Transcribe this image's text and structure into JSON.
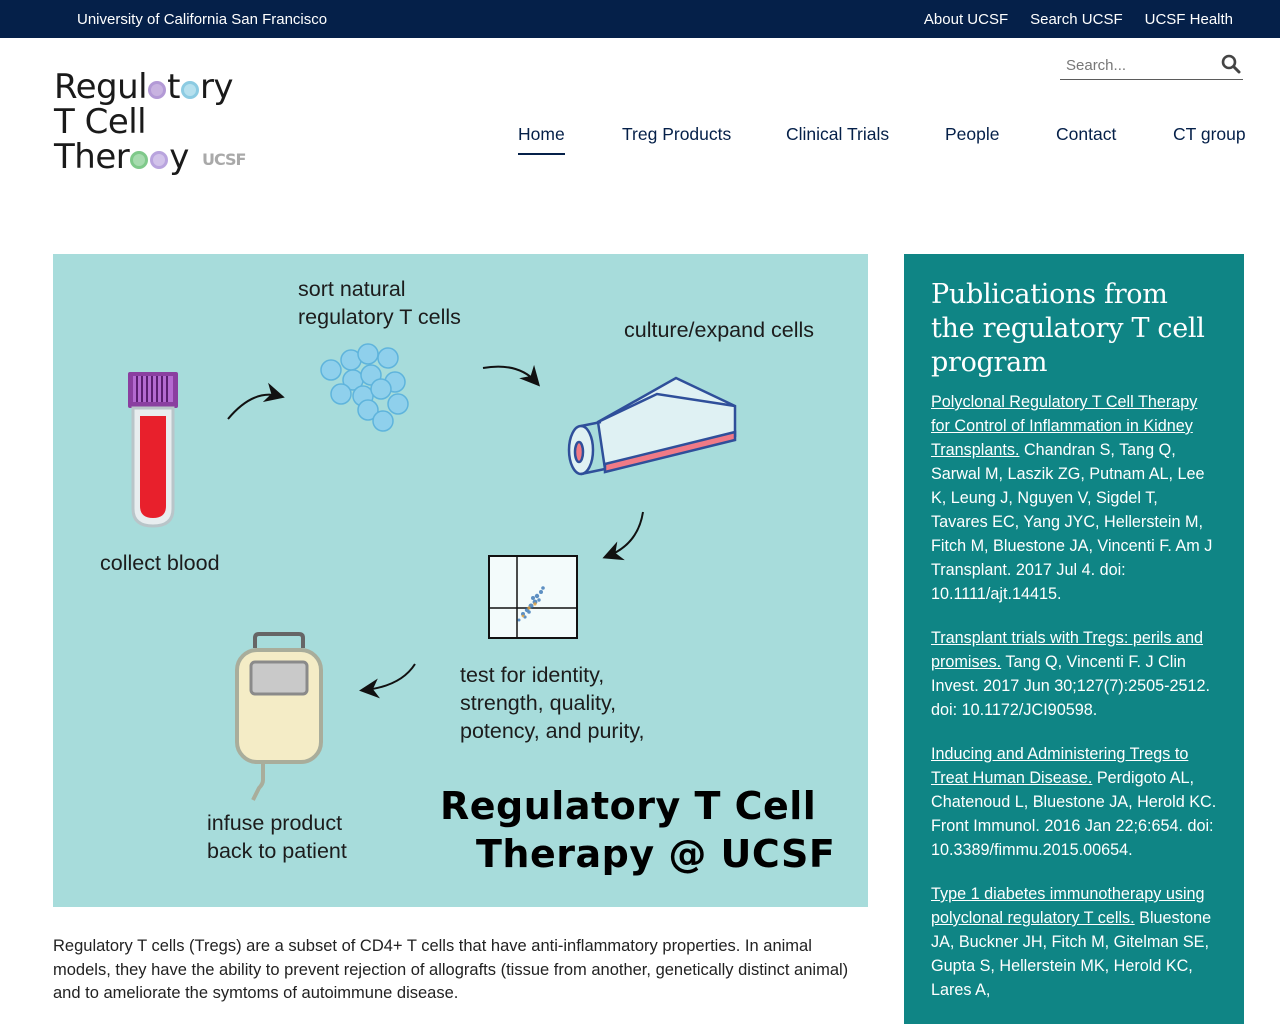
{
  "topbar": {
    "org": "University of California San Francisco",
    "links": [
      "About UCSF",
      "Search UCSF",
      "UCSF Health"
    ]
  },
  "logo": {
    "line1_a": "Regul",
    "line1_b": "t",
    "line1_c": "ry",
    "line2": "T Cell",
    "line3_a": "Ther",
    "line3_b": "y",
    "ucsf": "UCSF",
    "dot_colors": [
      "#c8b3e0",
      "#9fd3e6",
      "#7fc98a",
      "#b9a4de"
    ]
  },
  "search": {
    "placeholder": "Search..."
  },
  "nav": {
    "items": [
      "Home",
      "Treg Products",
      "Clinical Trials",
      "People",
      "Contact",
      "CT group"
    ],
    "active": "Home"
  },
  "hero": {
    "sort": [
      "sort natural",
      "regulatory T cells"
    ],
    "culture": "culture/expand cells",
    "collect": "collect blood",
    "test": [
      "test for identity,",
      "strength, quality,",
      "potency, and purity,"
    ],
    "infuse": [
      "infuse product",
      "back to patient"
    ],
    "title": [
      "Regulatory T Cell",
      "Therapy @ UCSF"
    ]
  },
  "intro": "Regulatory T cells (Tregs) are a subset of CD4+ T cells that have anti-inflammatory properties. In animal models, they have the ability to prevent rejection of allografts (tissue from another, genetically distinct animal) and to ameliorate the symtoms of autoimmune disease.",
  "sidebar": {
    "title": "Publications from the regulatory T cell program",
    "publications": [
      {
        "link": "Polyclonal Regulatory T Cell Therapy for Control of Inflammation in Kidney Transplants.",
        "citation": " Chandran S, Tang Q, Sarwal M, Laszik ZG, Putnam AL, Lee K, Leung J, Nguyen V, Sigdel T, Tavares EC, Yang JYC, Hellerstein M, Fitch M, Bluestone JA, Vincenti F. Am J Transplant. 2017 Jul 4. doi: 10.1111/ajt.14415."
      },
      {
        "link": "Transplant trials with Tregs: perils and promises.",
        "citation": " Tang Q, Vincenti F. J Clin Invest. 2017 Jun 30;127(7):2505-2512. doi: 10.1172/JCI90598."
      },
      {
        "link": "Inducing and Administering Tregs to Treat Human Disease.",
        "citation": " Perdigoto AL, Chatenoud L, Bluestone JA, Herold KC. Front Immunol. 2016 Jan 22;6:654. doi: 10.3389/fimmu.2015.00654."
      },
      {
        "link": "Type 1 diabetes immunotherapy using polyclonal regulatory T cells.",
        "citation": " Bluestone JA, Buckner JH, Fitch M, Gitelman SE, Gupta S, Hellerstein MK, Herold KC, Lares A,"
      }
    ]
  }
}
